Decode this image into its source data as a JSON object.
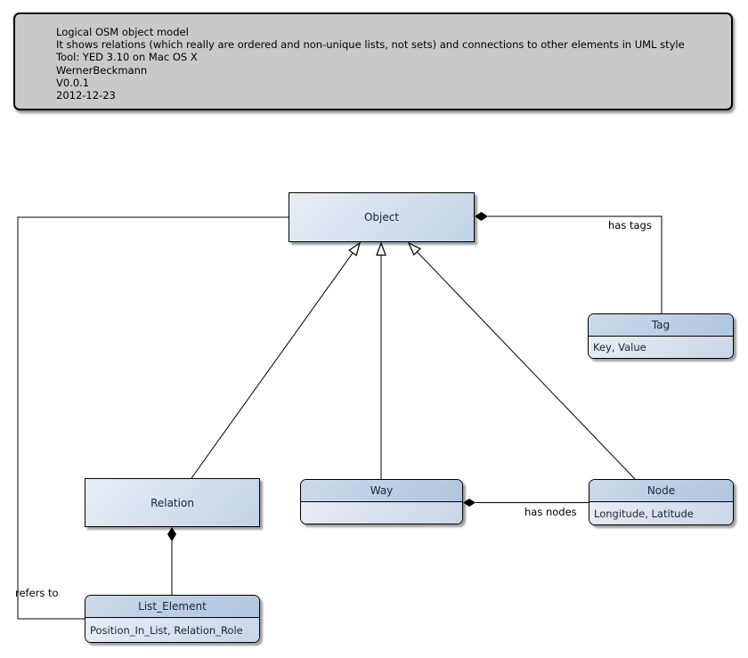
{
  "note": {
    "lines": [
      "Logical OSM object model",
      "It shows relations (which really are ordered and non-unique lists, not sets) and connections to other elements in UML style",
      "Tool: YED 3.10 on Mac OS X",
      "WernerBeckmann",
      "V0.0.1",
      "2012-12-23"
    ]
  },
  "classes": {
    "object": {
      "name": "Object"
    },
    "tag": {
      "name": "Tag",
      "attributes": "Key, Value"
    },
    "relation": {
      "name": "Relation"
    },
    "way": {
      "name": "Way",
      "attributes": ""
    },
    "node": {
      "name": "Node",
      "attributes": "Longitude, Latitude"
    },
    "list_element": {
      "name": "List_Element",
      "attributes": "Position_In_List, Relation_Role"
    }
  },
  "edge_labels": {
    "has_tags": "has tags",
    "has_nodes": "has nodes",
    "refers_to": "refers to"
  },
  "colors": {
    "note_bg": "#c9c9c9",
    "node_border": "#000000",
    "node_grad_light": "#e9eef5",
    "node_grad_dark": "#c2d2e6",
    "header_grad_light": "#ccd9ea",
    "header_grad_dark": "#b1c5de",
    "body_grad_light": "#e8edf4",
    "body_grad_dark": "#c9d6e8",
    "edge": "#000000",
    "text": "#1a2430"
  }
}
